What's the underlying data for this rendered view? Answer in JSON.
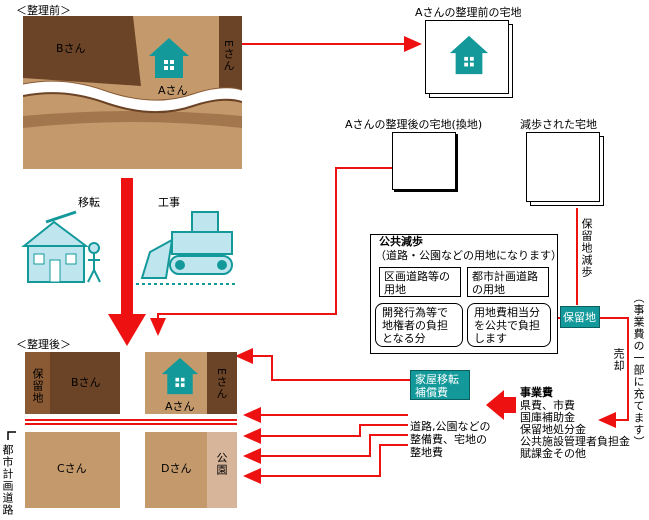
{
  "before": {
    "title": "＜整理前＞",
    "b_lot": "Bさん",
    "a_lot": "Aさん",
    "e_lot": "Eさん"
  },
  "after": {
    "title": "＜整理後＞",
    "reserve_lot": "保留地",
    "b_lot": "Bさん",
    "a_lot": "Aさん",
    "e_lot": "Eさん",
    "c_lot": "Cさん",
    "d_lot": "Dさん",
    "park": "公園"
  },
  "road_label": "都市計画道路",
  "activities": {
    "relocation": "移転",
    "construction": "工事"
  },
  "plots": {
    "before": "Aさんの整理前の宅地",
    "after": "Aさんの整理後の宅地(換地)",
    "reduced": "減歩された宅地"
  },
  "public_reduction": {
    "title": "公共減歩",
    "subtitle": "（道路・公園などの用地になります）",
    "item1": "区画道路等の用地",
    "item2": "都市計画道路の用地",
    "item3": "開発行為等で地権者の負担となる分",
    "item4": "用地費相当分を公共で負担します"
  },
  "reserve_reduction": "保留地減歩",
  "reserve_land": "保留地",
  "project_cost_note": "（事業費の一部に充てます）",
  "sale": "売却",
  "relocation_comp": "家屋移転補償費",
  "project_cost": {
    "title": "事業費",
    "lines": [
      "県費、市費",
      "国庫補助金",
      "保留地処分金",
      "公共施設管理者負担金",
      "賦課金その他"
    ]
  },
  "maintenance": "道路,公園などの整備費、宅地の整地費",
  "colors": {
    "red": "#ee1111",
    "teal": "#13999a",
    "dark_brown": "#6b4326",
    "light_brown": "#c49a6c",
    "tan": "#d7b59a"
  },
  "icons": [
    "house-icon",
    "arrow-icon",
    "bulldozer-icon"
  ]
}
